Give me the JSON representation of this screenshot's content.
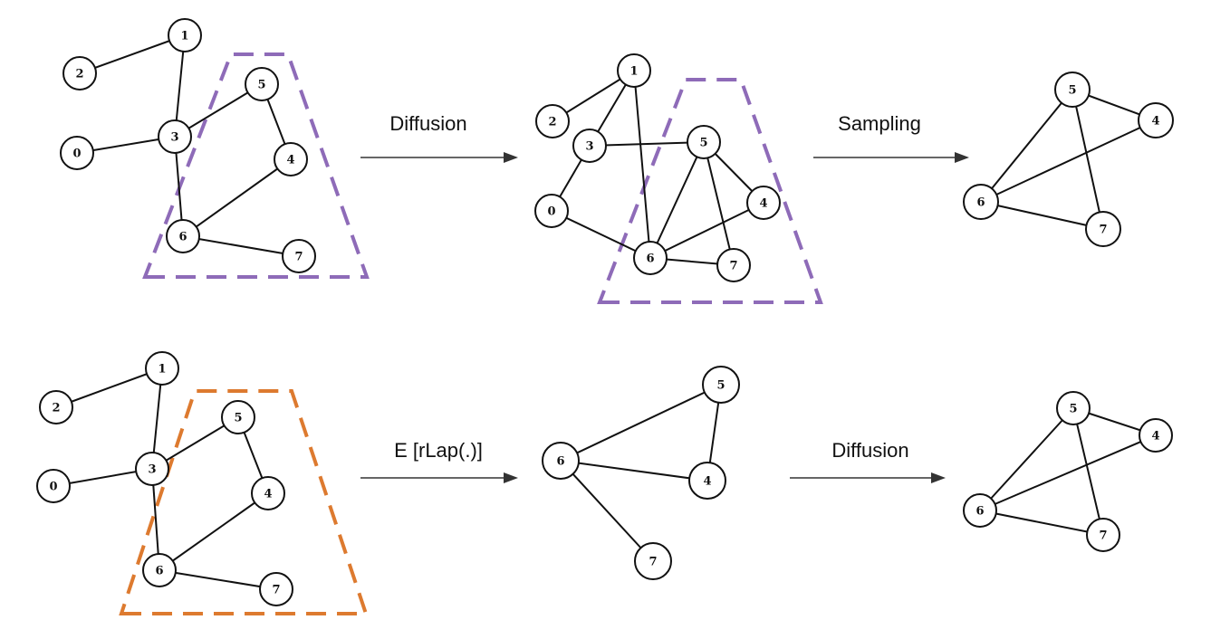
{
  "colors": {
    "purple_region": "#8e6bb8",
    "orange_region": "#dd7a2f"
  },
  "labels": {
    "top_step_1": "Diffusion",
    "top_step_2": "Sampling",
    "bottom_step_1": "E [rLap(.)]",
    "bottom_step_2": "Diffusion"
  },
  "graphs": [
    {
      "id": "top-original",
      "nodes": [
        "1",
        "2",
        "0",
        "3",
        "5",
        "4",
        "6",
        "7"
      ],
      "edges": [
        [
          "2",
          "1"
        ],
        [
          "1",
          "3"
        ],
        [
          "0",
          "3"
        ],
        [
          "3",
          "5"
        ],
        [
          "3",
          "6"
        ],
        [
          "5",
          "4"
        ],
        [
          "4",
          "6"
        ],
        [
          "6",
          "7"
        ]
      ]
    },
    {
      "id": "top-diffused",
      "nodes": [
        "1",
        "2",
        "3",
        "0",
        "5",
        "4",
        "6",
        "7"
      ],
      "edges": [
        [
          "2",
          "1"
        ],
        [
          "1",
          "3"
        ],
        [
          "1",
          "6"
        ],
        [
          "3",
          "5"
        ],
        [
          "3",
          "0"
        ],
        [
          "0",
          "6"
        ],
        [
          "5",
          "6"
        ],
        [
          "5",
          "4"
        ],
        [
          "5",
          "7"
        ],
        [
          "6",
          "4"
        ],
        [
          "6",
          "7"
        ]
      ]
    },
    {
      "id": "top-sampled",
      "nodes": [
        "5",
        "4",
        "6",
        "7"
      ],
      "edges": [
        [
          "5",
          "4"
        ],
        [
          "5",
          "6"
        ],
        [
          "5",
          "7"
        ],
        [
          "6",
          "4"
        ],
        [
          "6",
          "7"
        ]
      ]
    },
    {
      "id": "bottom-original",
      "nodes": [
        "1",
        "2",
        "0",
        "3",
        "5",
        "4",
        "6",
        "7"
      ],
      "edges": [
        [
          "2",
          "1"
        ],
        [
          "1",
          "3"
        ],
        [
          "0",
          "3"
        ],
        [
          "3",
          "5"
        ],
        [
          "3",
          "6"
        ],
        [
          "5",
          "4"
        ],
        [
          "4",
          "6"
        ],
        [
          "6",
          "7"
        ]
      ]
    },
    {
      "id": "bottom-laplacian",
      "nodes": [
        "5",
        "6",
        "4",
        "7"
      ],
      "edges": [
        [
          "6",
          "5"
        ],
        [
          "6",
          "4"
        ],
        [
          "5",
          "4"
        ],
        [
          "6",
          "7"
        ]
      ]
    },
    {
      "id": "bottom-diffused",
      "nodes": [
        "5",
        "4",
        "6",
        "7"
      ],
      "edges": [
        [
          "5",
          "4"
        ],
        [
          "5",
          "6"
        ],
        [
          "5",
          "7"
        ],
        [
          "6",
          "4"
        ],
        [
          "6",
          "7"
        ]
      ]
    }
  ]
}
